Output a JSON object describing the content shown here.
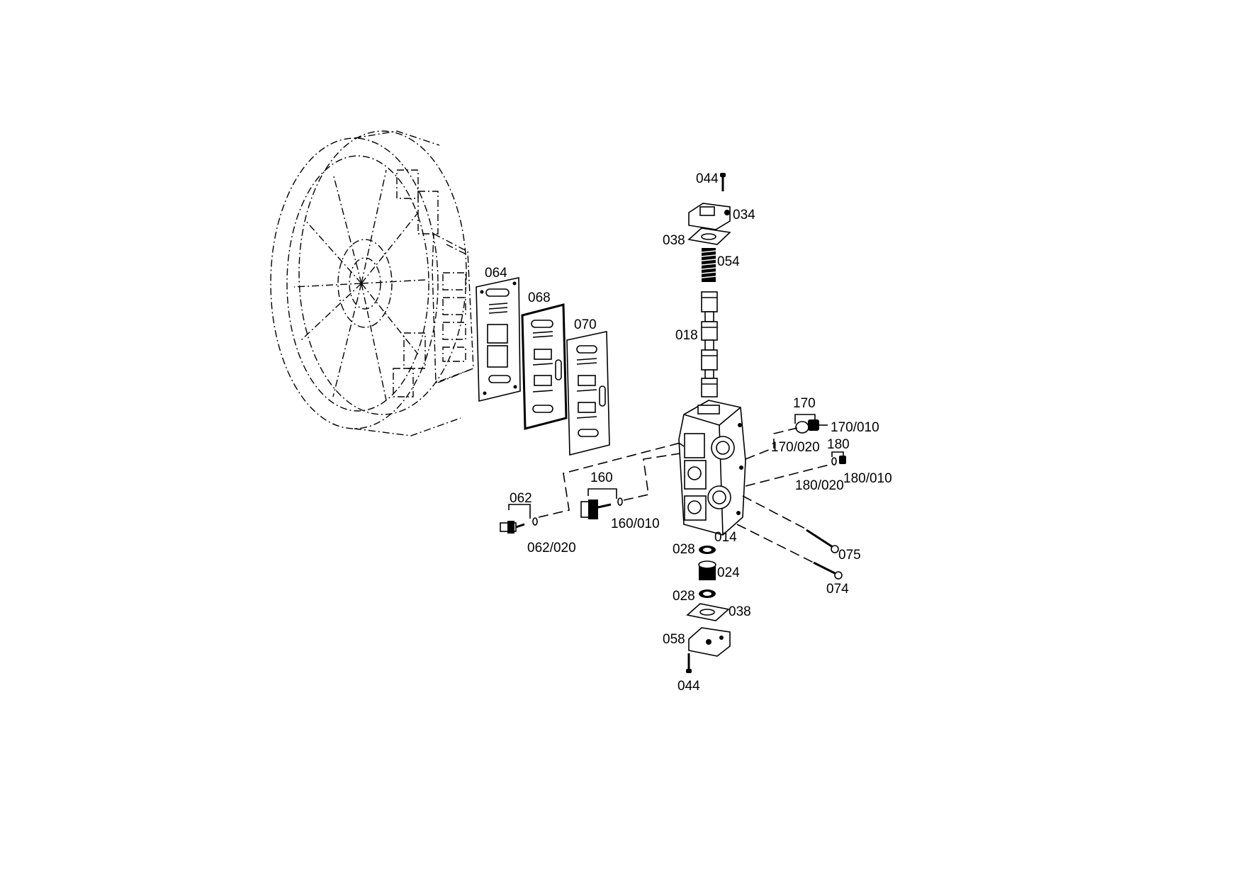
{
  "labels": {
    "l044_top": "044",
    "l034": "034",
    "l038_top": "038",
    "l054": "054",
    "l018": "018",
    "l064": "064",
    "l068": "068",
    "l070": "070",
    "l170": "170",
    "l170_010": "170/010",
    "l170_020": "170/020",
    "l180": "180",
    "l180_010": "180/010",
    "l180_020": "180/020",
    "l160": "160",
    "l160_010": "160/010",
    "l062": "062",
    "l062_020": "062/020",
    "l014": "014",
    "l028_top": "028",
    "l024": "024",
    "l028_bot": "028",
    "l038_bot": "038",
    "l058": "058",
    "l044_bot": "044",
    "l075": "075",
    "l074": "074"
  }
}
